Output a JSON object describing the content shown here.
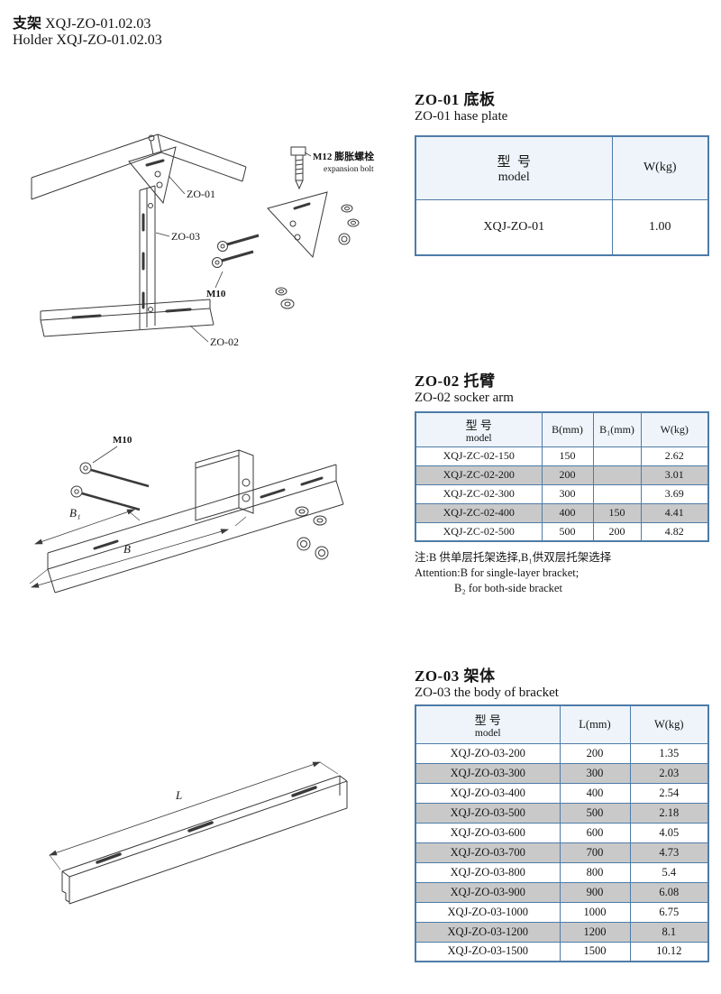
{
  "page": {
    "title_cn_bold": "支架",
    "title_cn_rest": " XQJ-ZO-01.02.03",
    "title_en": "Holder XQJ-ZO-01.02.03"
  },
  "colors": {
    "table_border": "#4e7ca8",
    "row_alt_bg": "#c9c9c9",
    "header_bg": "#eef4fa",
    "line": "#3a3a3a"
  },
  "section1": {
    "heading_cn": "ZO-01 底板",
    "heading_en": "ZO-01 hase plate",
    "table": {
      "model_header_cn": "型  号",
      "model_header_en": "model",
      "col_w": "W(kg)",
      "rows": [
        [
          "XQJ-ZO-01",
          "1.00"
        ]
      ]
    },
    "labels": {
      "bolt_cn": "M12 膨胀螺栓",
      "bolt_en": "expansion bolt",
      "zo01": "ZO-01",
      "zo03": "ZO-03",
      "m10": "M10",
      "zo02": "ZO-02"
    }
  },
  "section2": {
    "heading_cn": "ZO-02 托臂",
    "heading_en": "ZO-02  socker arm",
    "table": {
      "model_header_cn": "型 号",
      "model_header_en": "model",
      "cols": [
        "B(mm)",
        "B₁(mm)",
        "W(kg)"
      ],
      "rows": [
        [
          "XQJ-ZC-02-150",
          "150",
          "",
          "2.62"
        ],
        [
          "XQJ-ZC-02-200",
          "200",
          "",
          "3.01"
        ],
        [
          "XQJ-ZC-02-300",
          "300",
          "",
          "3.69"
        ],
        [
          "XQJ-ZC-02-400",
          "400",
          "150",
          "4.41"
        ],
        [
          "XQJ-ZC-02-500",
          "500",
          "200",
          "4.82"
        ]
      ]
    },
    "note_cn": "注:B 供单层托架选择,B₁供双层托架选择",
    "note_en1": "Attention:B for single-layer bracket;",
    "note_en2": "B₂ for both-side bracket",
    "labels": {
      "m10": "M10",
      "b1": "B₁",
      "b": "B"
    }
  },
  "section3": {
    "heading_cn": "ZO-03 架体",
    "heading_en": "ZO-03  the body of bracket",
    "table": {
      "model_header_cn": "型 号",
      "model_header_en": "model",
      "cols": [
        "L(mm)",
        "W(kg)"
      ],
      "rows": [
        [
          "XQJ-ZO-03-200",
          "200",
          "1.35"
        ],
        [
          "XQJ-ZO-03-300",
          "300",
          "2.03"
        ],
        [
          "XQJ-ZO-03-400",
          "400",
          "2.54"
        ],
        [
          "XQJ-ZO-03-500",
          "500",
          "2.18"
        ],
        [
          "XQJ-ZO-03-600",
          "600",
          "4.05"
        ],
        [
          "XQJ-ZO-03-700",
          "700",
          "4.73"
        ],
        [
          "XQJ-ZO-03-800",
          "800",
          "5.4"
        ],
        [
          "XQJ-ZO-03-900",
          "900",
          "6.08"
        ],
        [
          "XQJ-ZO-03-1000",
          "1000",
          "6.75"
        ],
        [
          "XQJ-ZO-03-1200",
          "1200",
          "8.1"
        ],
        [
          "XQJ-ZO-03-1500",
          "1500",
          "10.12"
        ]
      ]
    },
    "labels": {
      "l": "L"
    }
  }
}
